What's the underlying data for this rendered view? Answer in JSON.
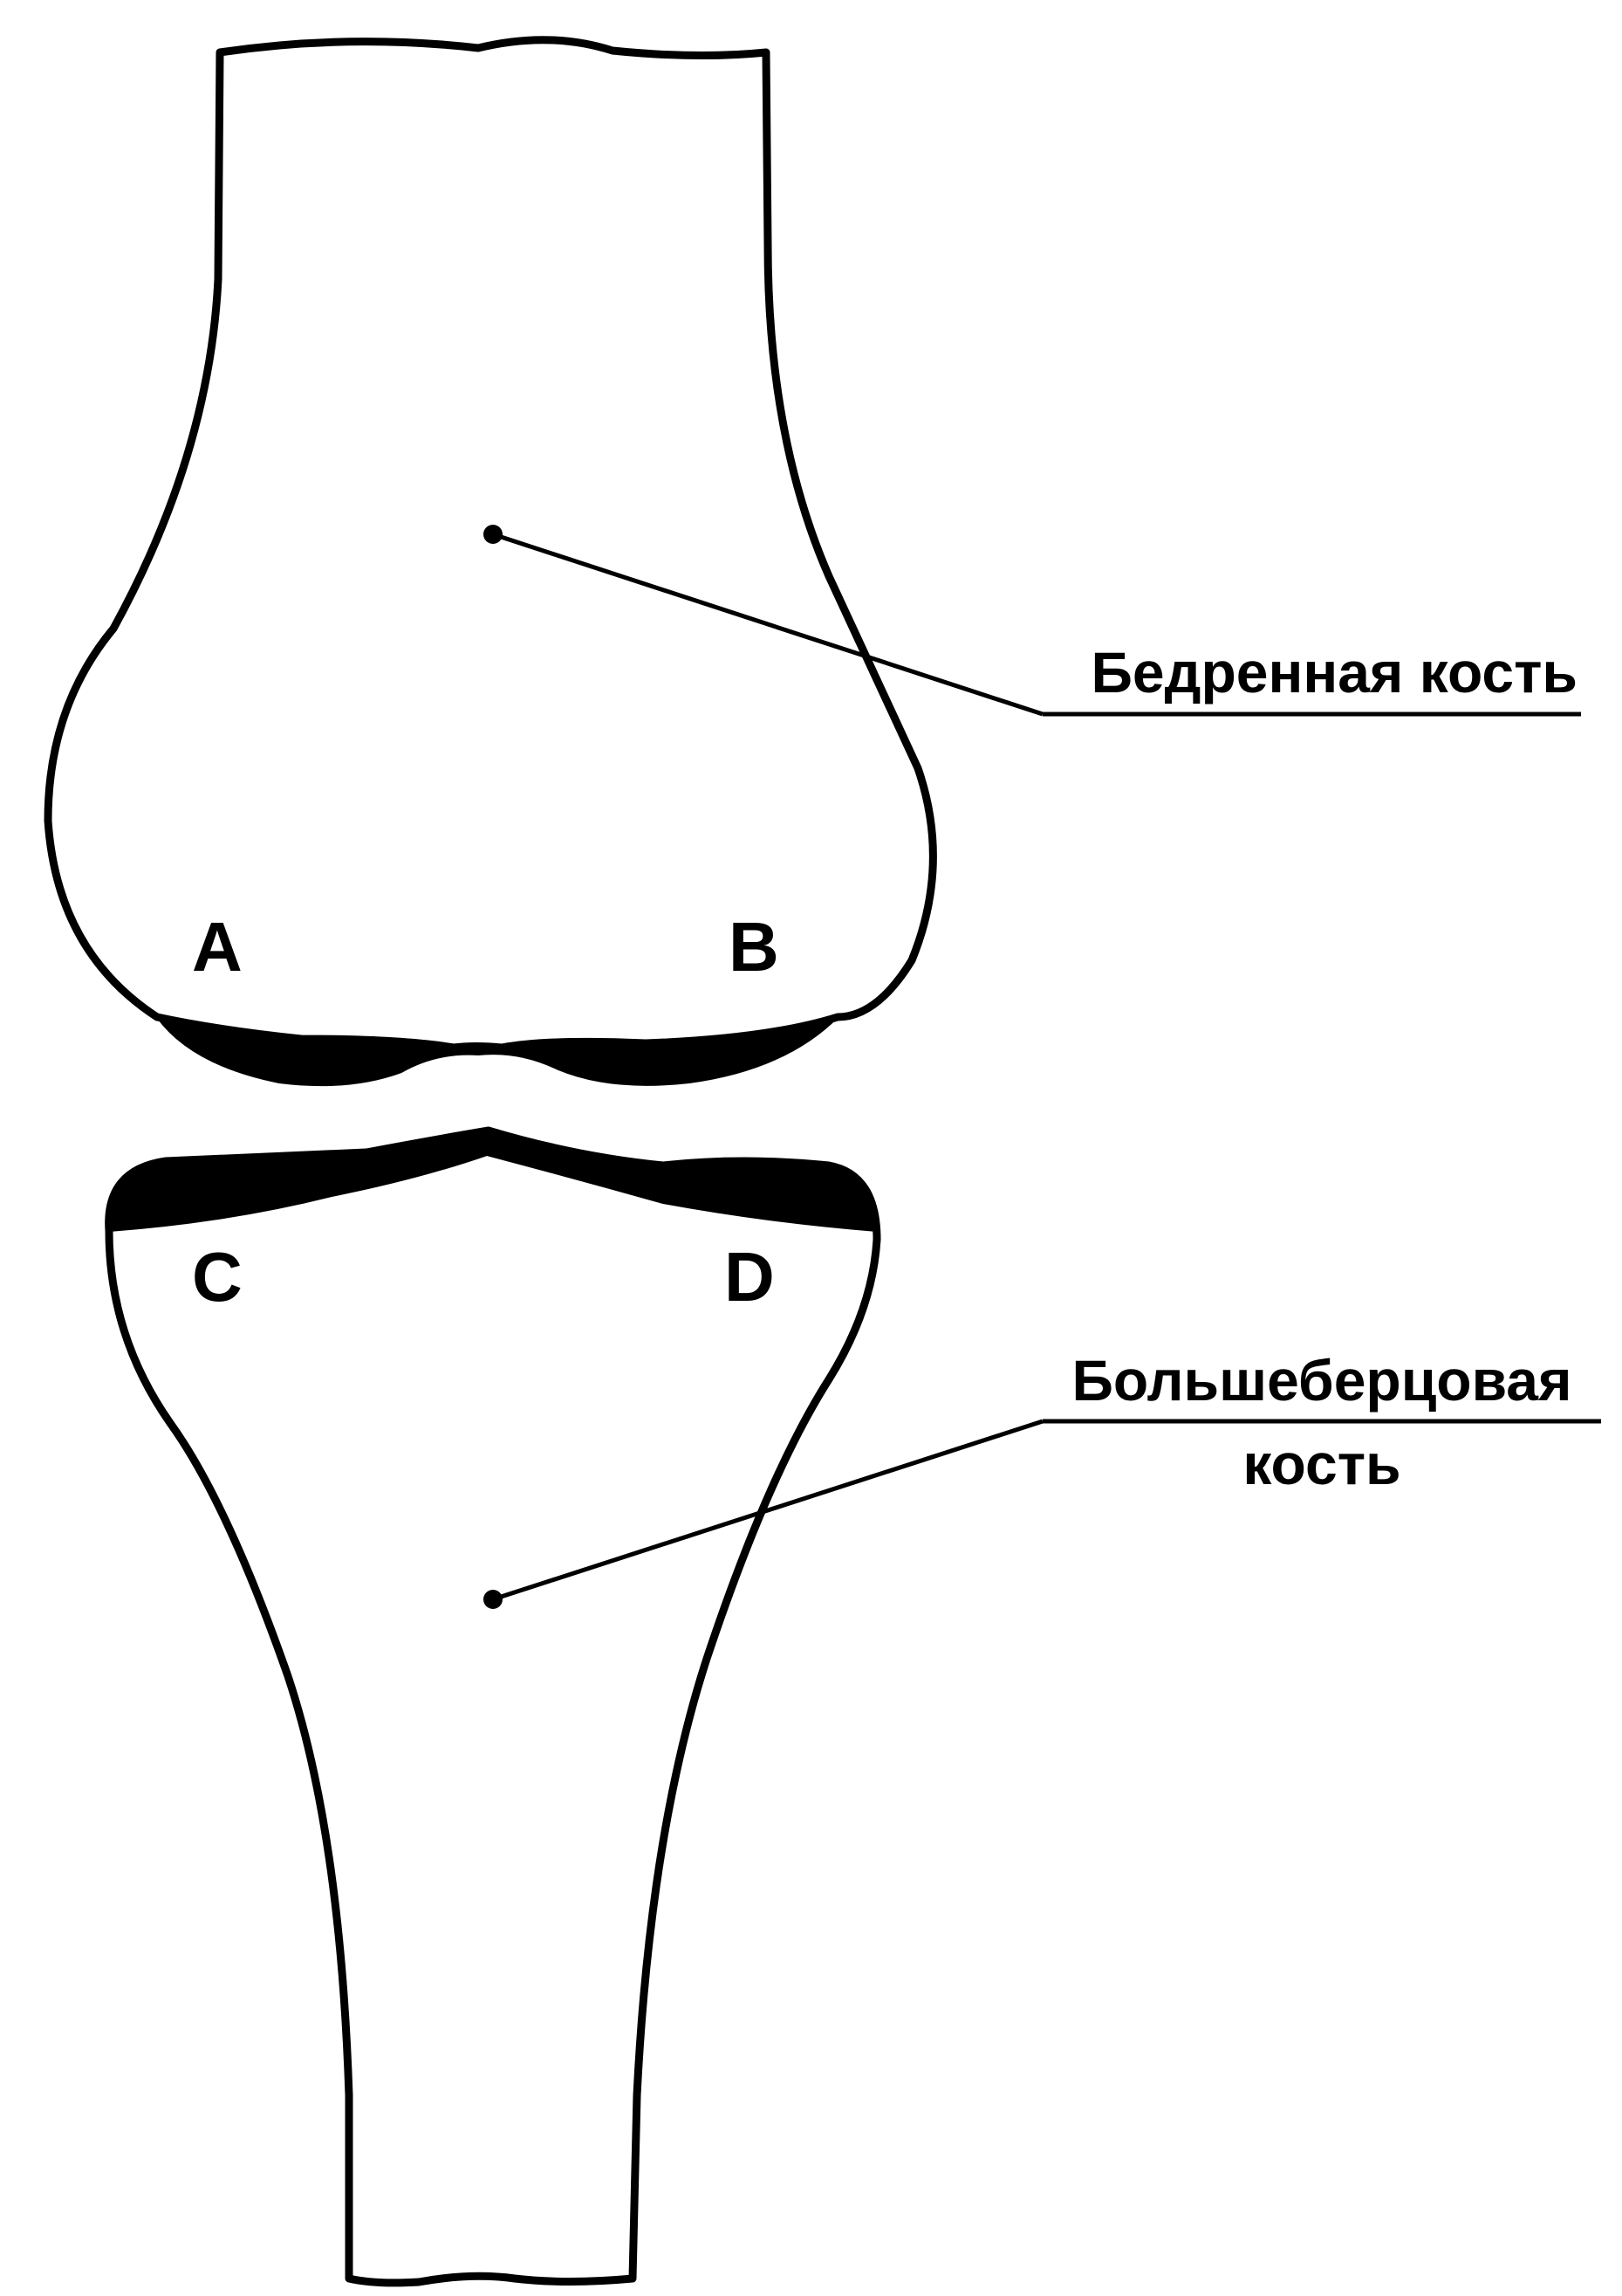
{
  "labels": {
    "femur": "Бедренная кость",
    "tibia_line1": "Большеберцовая",
    "tibia_line2": "кость"
  },
  "condyles": {
    "a": "A",
    "b": "B",
    "c": "C",
    "d": "D"
  }
}
